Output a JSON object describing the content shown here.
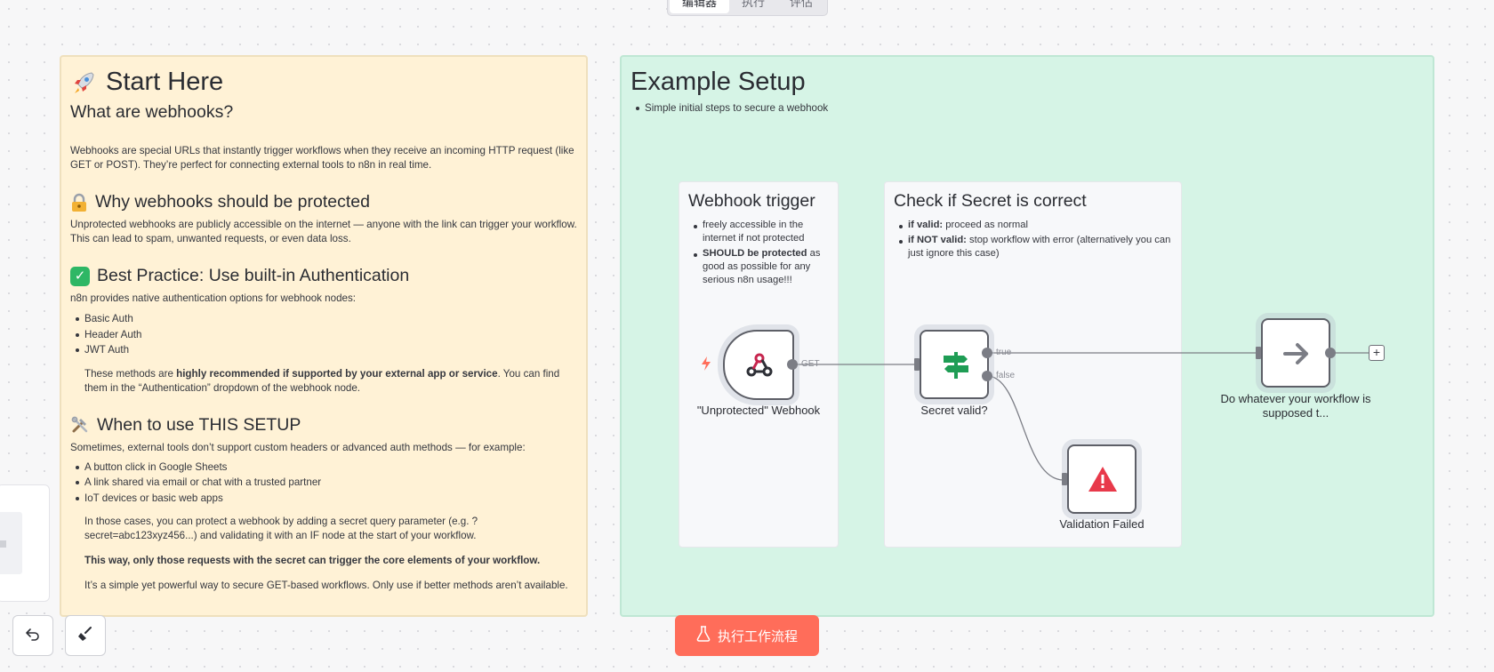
{
  "top_tabs": [
    "编辑器",
    "执行",
    "评估"
  ],
  "start_here": {
    "title": "Start Here",
    "what_title": "What are webhooks?",
    "what_text": "Webhooks are special URLs that instantly trigger workflows when they receive an incoming HTTP request (like GET or POST). They’re perfect for connecting external tools to n8n in real time.",
    "why_title": "Why webhooks should be protected",
    "why_text": "Unprotected webhooks are publicly accessible on the internet — anyone with the link can trigger your workflow. This can lead to spam, unwanted requests, or even data loss.",
    "best_title": "Best Practice: Use built-in Authentication",
    "best_text": "n8n provides native authentication options for webhook nodes:",
    "auth_items": [
      "Basic Auth",
      "Header Auth",
      "JWT Auth"
    ],
    "methods_pre": "These methods are ",
    "methods_bold": "highly recommended if supported by your external app or service",
    "methods_post": ". You can find them in the “Authentication” dropdown of the webhook node.",
    "when_title": "When to use THIS SETUP",
    "when_text": "Sometimes, external tools don’t support custom headers or advanced auth methods — for example:",
    "when_items": [
      "A button click in Google Sheets",
      "A link shared via email or chat with a trusted partner",
      "IoT devices or basic web apps"
    ],
    "cases_text": "In those cases, you can protect a webhook by adding a secret query parameter (e.g. ?secret=abc123xyz456...) and validating it with an IF node at the start of your workflow.",
    "this_way_text": "This way, only those requests with the secret can trigger the core elements of your workflow.",
    "simple_text": "It’s a simple yet powerful way to secure GET-based workflows. Only use if better methods aren’t available."
  },
  "example": {
    "title": "Example Setup",
    "subtitle_item": "Simple initial steps to secure a webhook",
    "webhook_card": {
      "title": "Webhook trigger",
      "item1": "freely accessible in the internet if not protected",
      "item2_bold": "SHOULD be protected",
      "item2_rest": " as good as possible for any serious n8n usage!!!"
    },
    "secret_card": {
      "title": "Check if Secret is correct",
      "item1_bold": "if valid:",
      "item1_rest": " proceed as normal",
      "item2_bold": "if NOT valid:",
      "item2_rest": " stop workflow with error (alternatively you can just ignore this case)"
    }
  },
  "nodes": {
    "webhook": {
      "label": "\"Unprotected\" Webhook",
      "edge": "GET"
    },
    "if": {
      "label": "Secret valid?",
      "true_label": "true",
      "false_label": "false"
    },
    "noop": {
      "label": "Do whatever your workflow is supposed t..."
    },
    "error": {
      "label": "Validation Failed"
    }
  },
  "run_button": {
    "label": "执行工作流程"
  },
  "colors": {
    "accent": "#ff6d5a",
    "sticky_yellow": "#fff2d6",
    "sticky_green": "#d6f4e6"
  }
}
